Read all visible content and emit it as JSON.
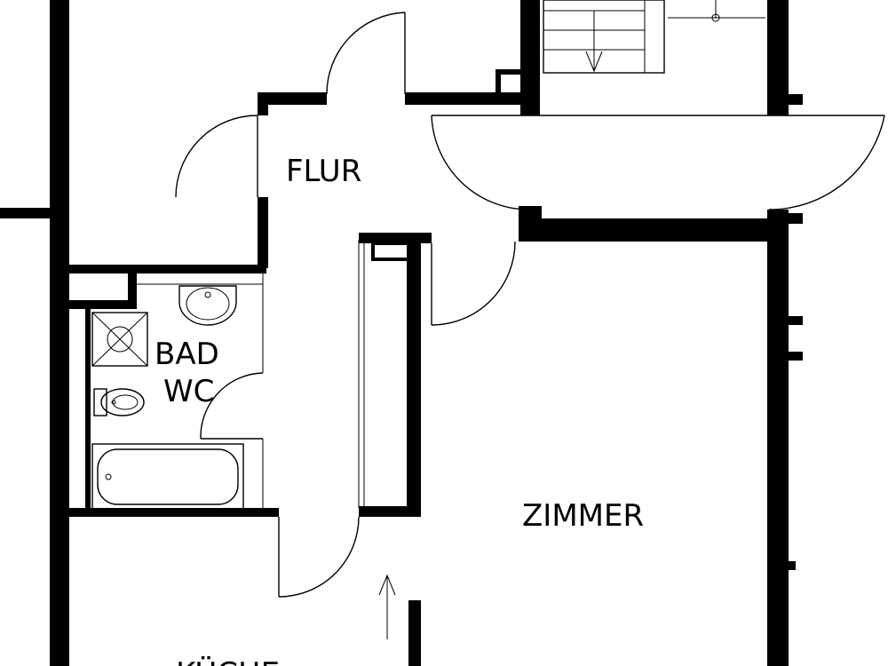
{
  "rooms": {
    "flur": "FLUR",
    "bad_line1": "BAD",
    "bad_line2": "WC",
    "zimmer": "ZIMMER",
    "kueche": "KÜCHE"
  },
  "colors": {
    "wall": "#000000",
    "background": "#ffffff"
  }
}
